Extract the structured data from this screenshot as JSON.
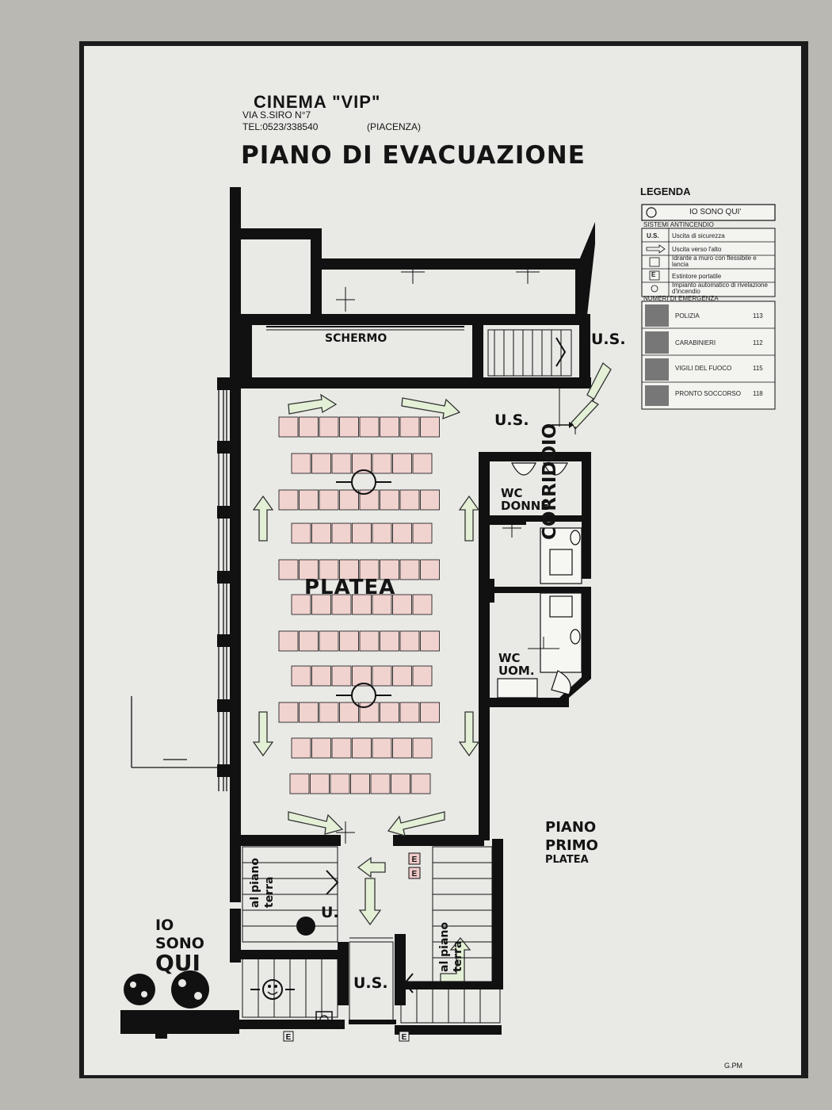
{
  "header": {
    "cinema_name": "CINEMA \"VIP\"",
    "address": "VIA S.SIRO N°7",
    "phone": "TEL:0523/338540",
    "city": "(PIACENZA)",
    "title": "PIANO DI EVACUAZIONE"
  },
  "legend": {
    "title": "LEGENDA",
    "you_are_here": "IO SONO QUI'",
    "fire_section": "SISTEMI ANTINCENDIO",
    "items": [
      {
        "symbol": "U.S.",
        "label": "Uscita di sicurezza"
      },
      {
        "symbol": "arrow-outline",
        "label": "Uscita verso l'alto"
      },
      {
        "symbol": "hydrant",
        "label": "Idrante a muro con flessibile e lancia"
      },
      {
        "symbol": "E",
        "label": "Estintore portatile"
      },
      {
        "symbol": "detector",
        "label": "Impianto automatico di rivelazione d'incendio"
      }
    ],
    "emergency_section": "NUMERI DI EMERGENZA",
    "emergency": [
      {
        "name": "POLIZIA",
        "number": "113"
      },
      {
        "name": "CARABINIERI",
        "number": "112"
      },
      {
        "name": "VIGILI DEL FUOCO",
        "number": "115"
      },
      {
        "name": "PRONTO SOCCORSO",
        "number": "118"
      }
    ]
  },
  "plan": {
    "screen_label": "SCHERMO",
    "hall_label": "PLATEA",
    "exit_label": "U.S.",
    "wc_women": [
      "WC",
      "DONNE"
    ],
    "wc_men": [
      "WC",
      "UOM."
    ],
    "corridor": "CORRIDOIO",
    "floor": [
      "PIANO",
      "PRIMO",
      "PLATEA"
    ],
    "you_are_here": [
      "IO",
      "SONO",
      "QUI"
    ],
    "stairs_left": [
      "al piano",
      "terra"
    ],
    "stairs_right": [
      "al piano",
      "terra"
    ],
    "exit_short": "U.",
    "extinguisher": "E",
    "author": "G.PM"
  },
  "colors": {
    "wall": "#111111",
    "paper": "#e9e9e6",
    "seat": "#f0d2cf",
    "seat_line": "#c97070",
    "arrow_fill": "#e3f0d6"
  }
}
